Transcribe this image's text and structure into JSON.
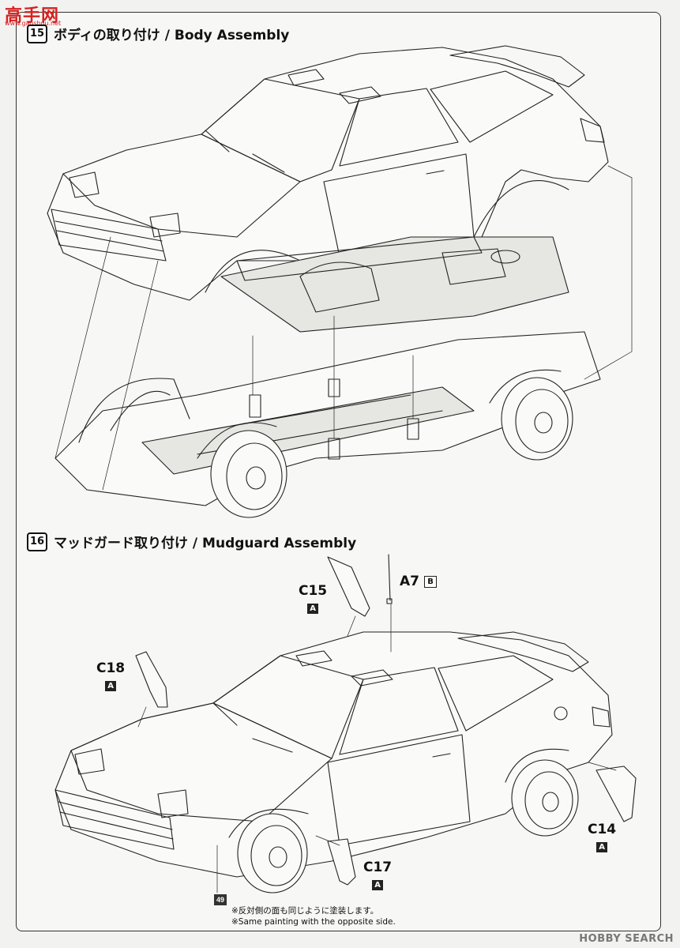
{
  "logo": {
    "main": "高手网",
    "sub": "www.gaoshou.net"
  },
  "steps": [
    {
      "number": "15",
      "title": "ボディの取り付け / Body Assembly"
    },
    {
      "number": "16",
      "title": "マッドガード取り付け / Mudguard Assembly"
    }
  ],
  "parts": {
    "c15": {
      "code": "C15",
      "sprue": "A"
    },
    "a7": {
      "code": "A7",
      "sprue": "B"
    },
    "c18": {
      "code": "C18",
      "sprue": "A"
    },
    "c14": {
      "code": "C14",
      "sprue": "A"
    },
    "c17": {
      "code": "C17",
      "sprue": "A"
    }
  },
  "paint_code": "49",
  "notes": {
    "jp": "※反対側の面も同じように塗装します。",
    "en": "※Same painting with the opposite side."
  },
  "footer": "HOBBY SEARCH"
}
